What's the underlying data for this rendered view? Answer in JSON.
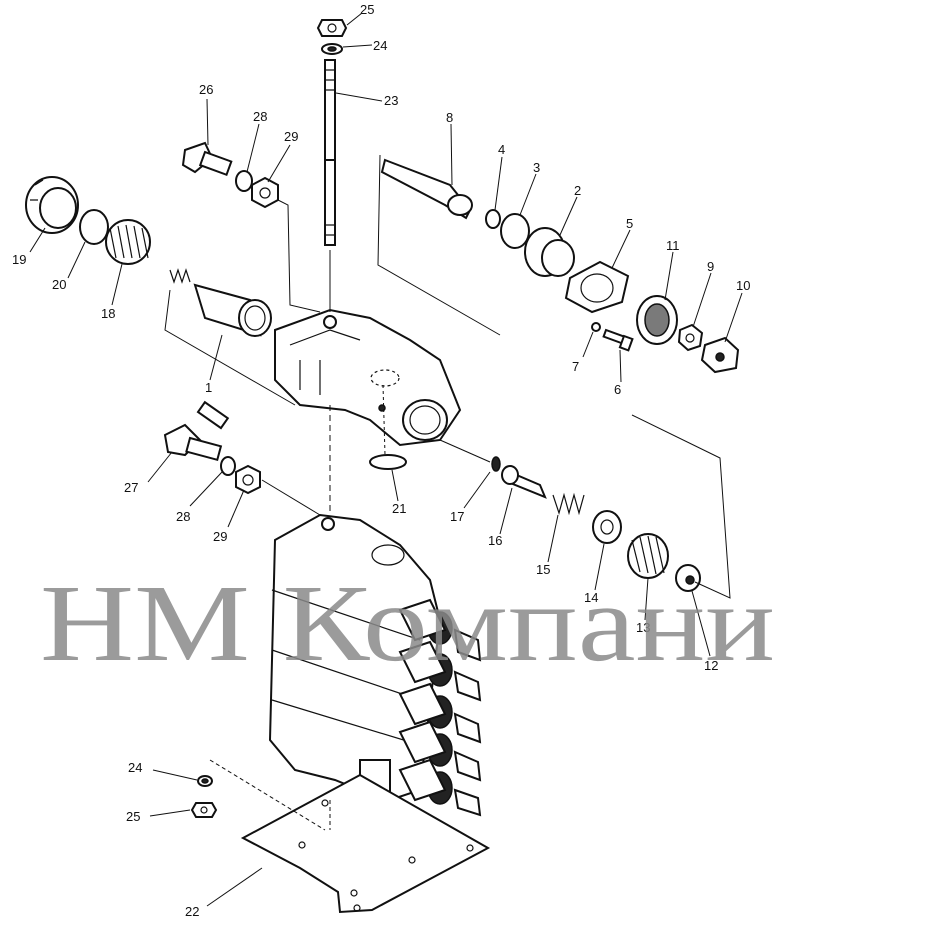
{
  "watermark": "НМ Компани",
  "callouts": [
    "25",
    "24",
    "23",
    "26",
    "28",
    "29",
    "8",
    "4",
    "3",
    "2",
    "5",
    "11",
    "9",
    "10",
    "19",
    "20",
    "18",
    "1",
    "7",
    "6",
    "27",
    "28",
    "29",
    "21",
    "17",
    "16",
    "15",
    "14",
    "13",
    "12",
    "24",
    "25",
    "22"
  ],
  "colors": {
    "ink": "#111111",
    "watermark": "#8a8a8a",
    "background": "#ffffff"
  }
}
